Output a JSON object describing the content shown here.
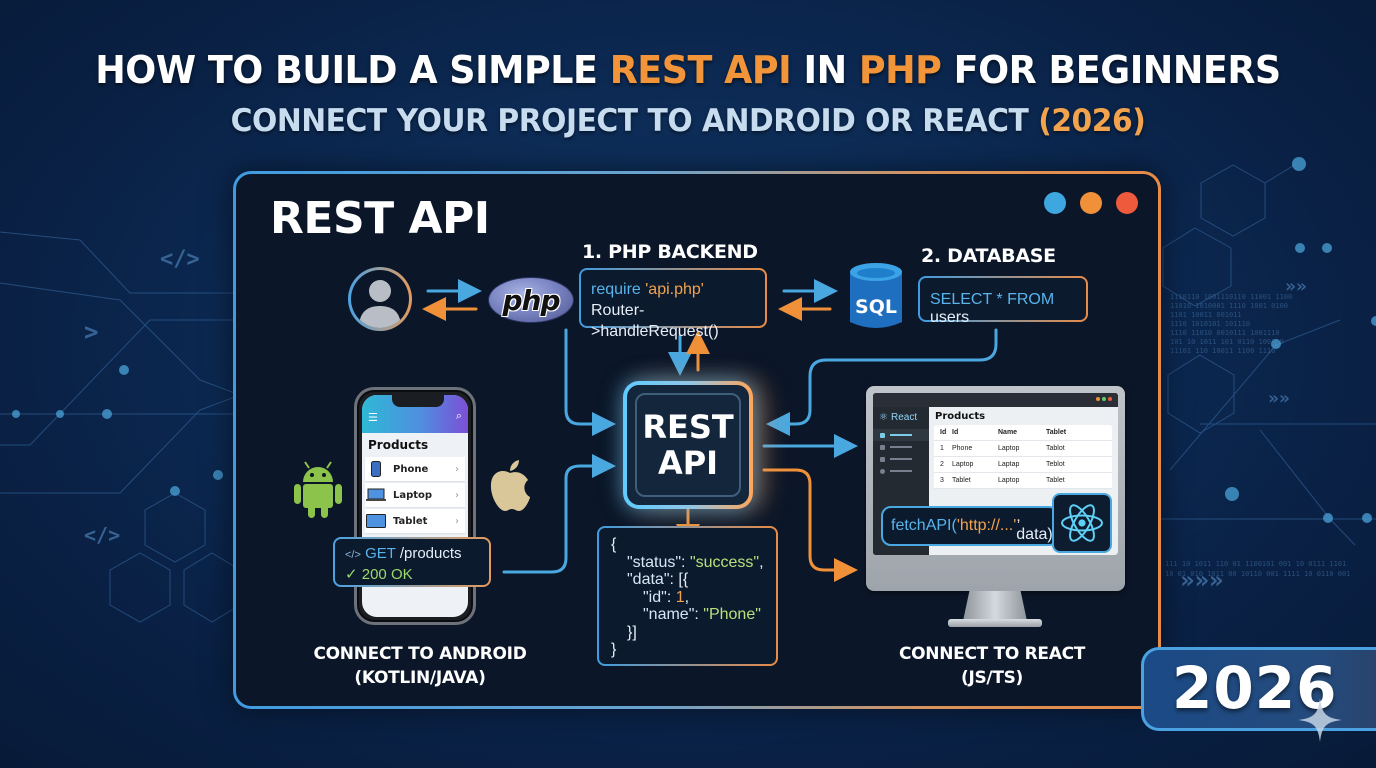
{
  "header": {
    "title_part1": "HOW TO BUILD A SIMPLE ",
    "title_hl1": "REST API",
    "title_part2": " IN ",
    "title_hl2": "PHP",
    "title_part3": " FOR BEGINNERS",
    "subtitle_part1": "CONNECT YOUR PROJECT TO ANDROID OR REACT ",
    "subtitle_hl": "(2026)"
  },
  "panel": {
    "title": "REST API",
    "window_dots": [
      "#3fa7e0",
      "#f0913a",
      "#ee5a3c"
    ]
  },
  "backend": {
    "label": "1. PHP BACKEND",
    "php_logo": "php",
    "code_line1_kw": "require ",
    "code_line1_str": "'api.php'",
    "code_line2": "Router->handleRequest()"
  },
  "database": {
    "label": "2. DATABASE",
    "icon_text": "SQL",
    "query_kw": "SELECT * FROM",
    "query_rest": " users"
  },
  "core": {
    "line1": "REST",
    "line2": "API"
  },
  "android": {
    "phone_title": "Products",
    "items": [
      {
        "icon": "phone-icon",
        "label": "Phone"
      },
      {
        "icon": "laptop-icon",
        "label": "Laptop"
      },
      {
        "icon": "tablet-icon",
        "label": "Tablet"
      }
    ],
    "request_icon": "</>",
    "request_method": "GET",
    "request_path": " /products",
    "response_check": "✓",
    "response_status": "200 OK",
    "caption_line1": "CONNECT TO ANDROID",
    "caption_line2": "(KOTLIN/JAVA)"
  },
  "json_response": {
    "lines": [
      {
        "indent": 0,
        "parts": [
          {
            "t": "{",
            "c": "p"
          }
        ]
      },
      {
        "indent": 1,
        "parts": [
          {
            "t": "\"status\"",
            "c": "k"
          },
          {
            "t": ": ",
            "c": "p"
          },
          {
            "t": "\"success\"",
            "c": "s"
          },
          {
            "t": ",",
            "c": "p"
          }
        ]
      },
      {
        "indent": 1,
        "parts": [
          {
            "t": "\"data\"",
            "c": "k"
          },
          {
            "t": ": [{",
            "c": "p"
          }
        ]
      },
      {
        "indent": 2,
        "parts": [
          {
            "t": "\"id\"",
            "c": "k"
          },
          {
            "t": ": ",
            "c": "p"
          },
          {
            "t": "1",
            "c": "n"
          },
          {
            "t": ",",
            "c": "p"
          }
        ]
      },
      {
        "indent": 2,
        "parts": [
          {
            "t": "\"name\"",
            "c": "k"
          },
          {
            "t": ": ",
            "c": "p"
          },
          {
            "t": "\"Phone\"",
            "c": "s"
          }
        ]
      },
      {
        "indent": 1,
        "parts": [
          {
            "t": "}]",
            "c": "p"
          }
        ]
      },
      {
        "indent": 0,
        "parts": [
          {
            "t": "}",
            "c": "p"
          }
        ]
      }
    ]
  },
  "react": {
    "brand": "React",
    "table_title": "Products",
    "table_headers": [
      "Id",
      "Id",
      "Name",
      "Tablet"
    ],
    "table_rows": [
      [
        "1",
        "Phone",
        "Laptop",
        "Tablot"
      ],
      [
        "2",
        "Laptop",
        "Laptap",
        "Teblot"
      ],
      [
        "3",
        "Tablet",
        "Laptop",
        "Tablet"
      ]
    ],
    "fetch_fn": "fetchAPI(",
    "fetch_url": "'http://...'",
    "fetch_rest": ", data)",
    "caption_line1": "CONNECT TO REACT",
    "caption_line2": "(JS/TS)"
  },
  "year_badge": "2026",
  "colors": {
    "accent_blue": "#4aa8e0",
    "accent_orange": "#f0913a",
    "json_string": "#b9e07a"
  }
}
